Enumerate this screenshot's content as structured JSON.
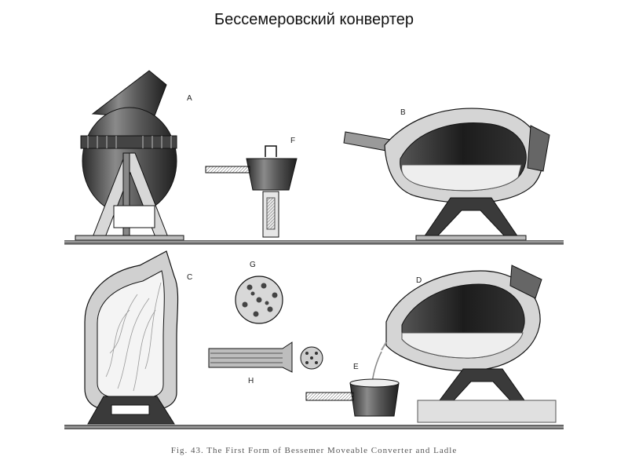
{
  "slide": {
    "title": "Бессемеровский  конвертер"
  },
  "figure": {
    "caption": "Fig. 43.  The First Form of Bessemer Moveable Converter and Ladle",
    "labels": {
      "a": "A",
      "b": "B",
      "c": "C",
      "d": "D",
      "e": "E",
      "f": "F",
      "g": "G",
      "h": "H"
    }
  },
  "colors": {
    "ink": "#1a1a1a",
    "metal": "#6e6e6e",
    "shade": "#2b2b2b",
    "light": "#cfcfcf",
    "ground": "#3a3a3a"
  }
}
